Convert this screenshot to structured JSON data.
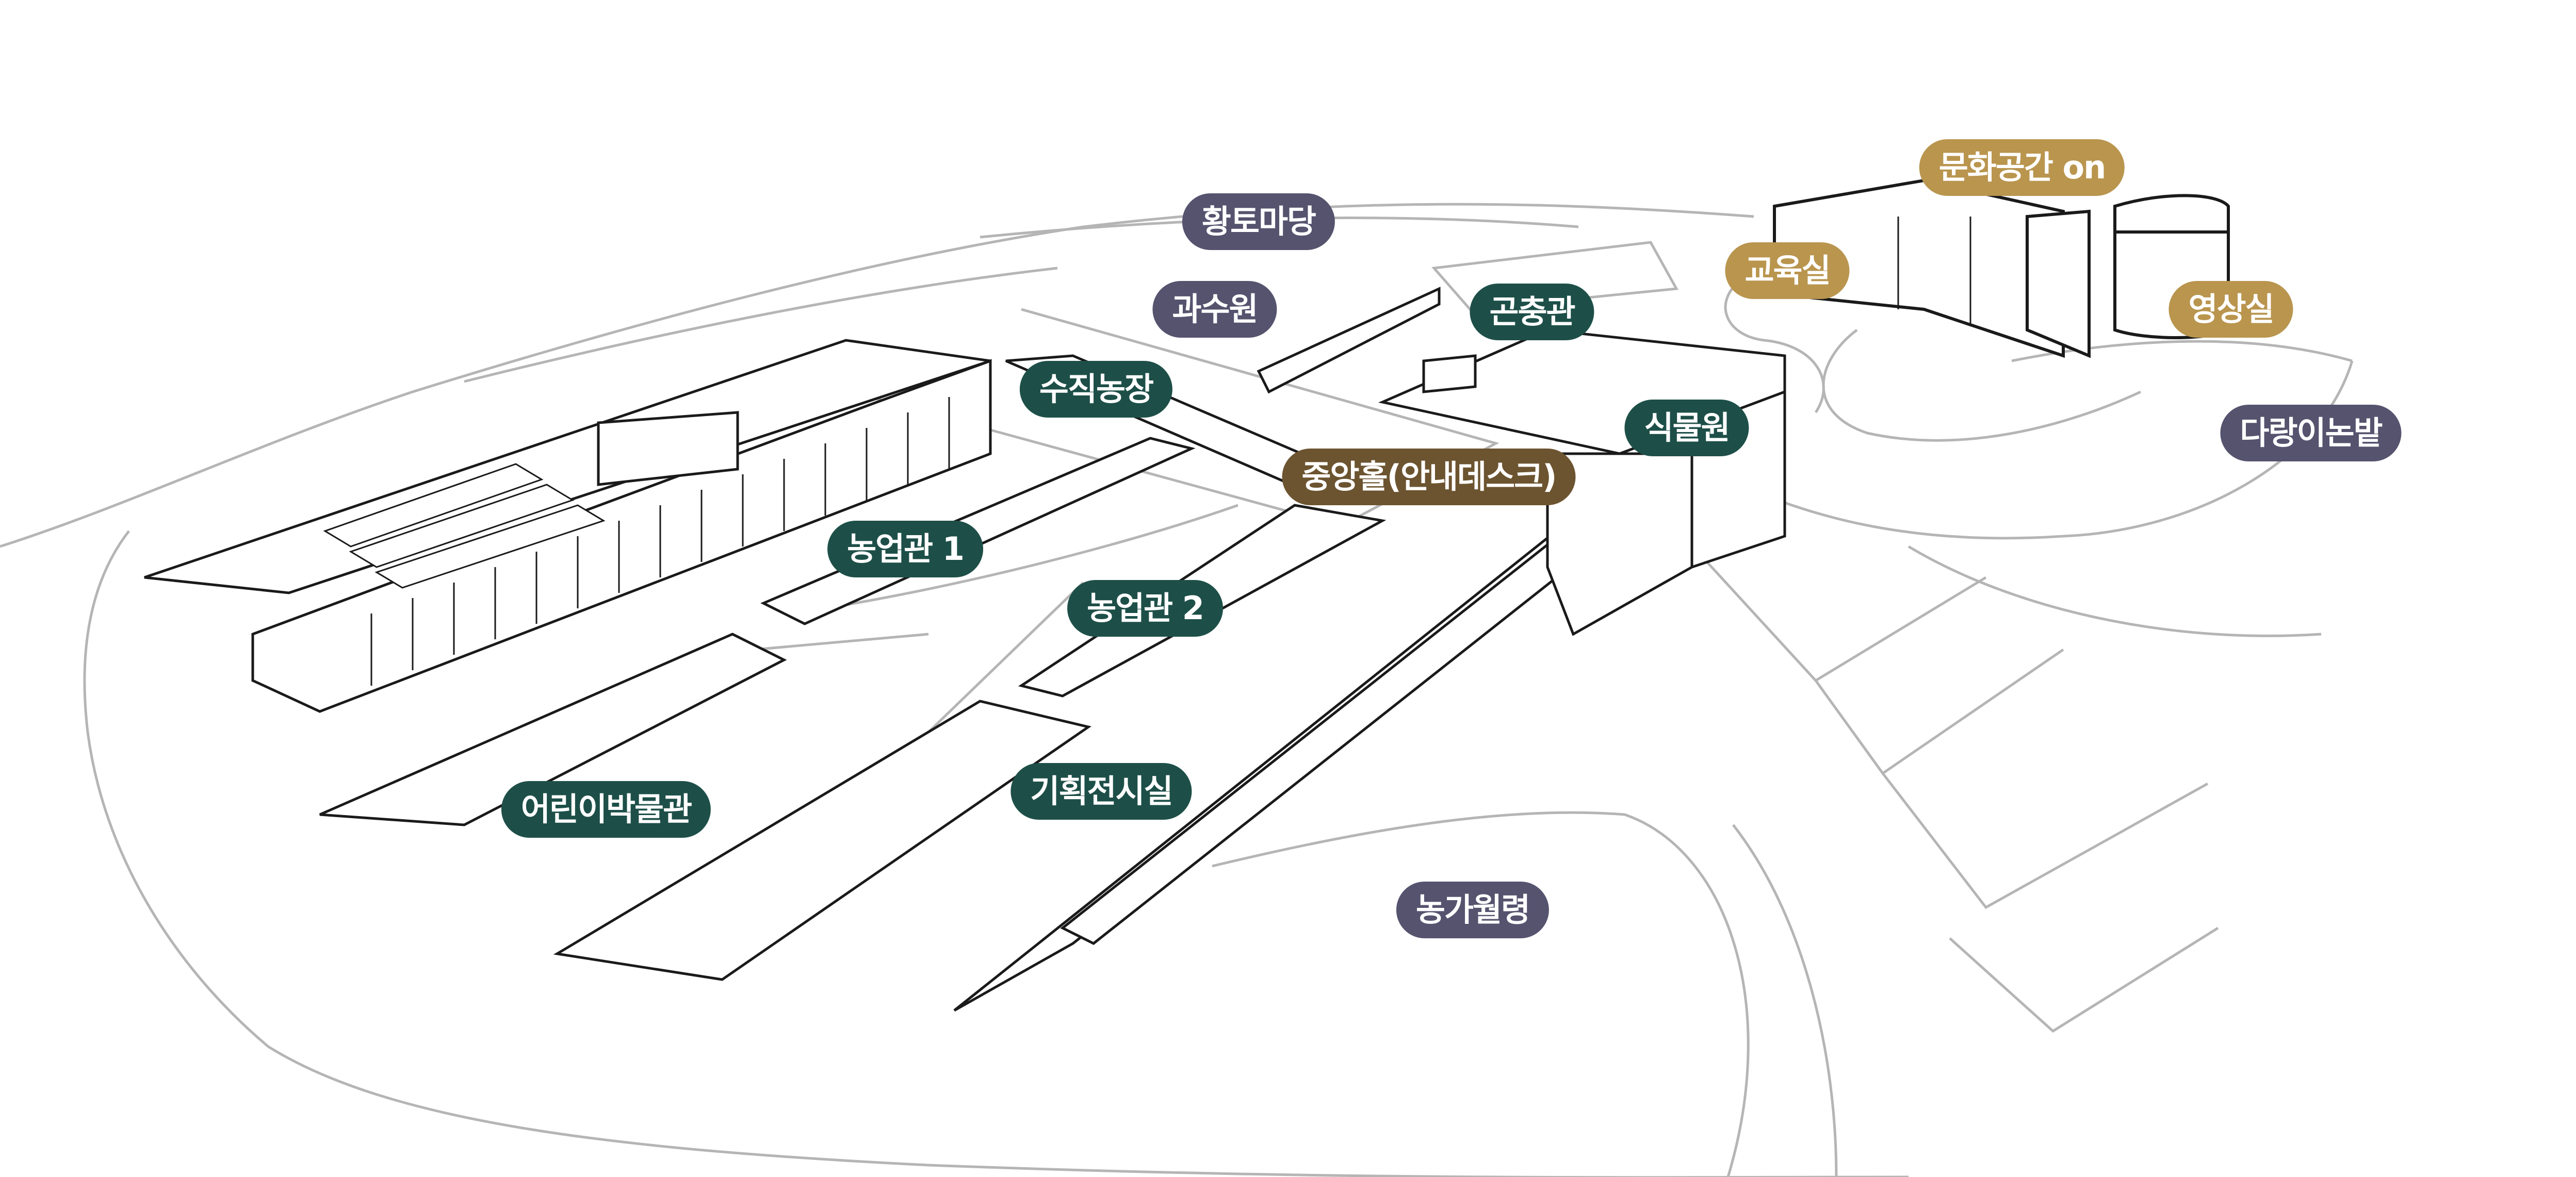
{
  "colors": {
    "building": "#1d4f48",
    "outdoor": "#55536e",
    "culture": "#b9954e",
    "central": "#6c5430",
    "outline": "#1a1a1a",
    "terrain": "#b5b5b5"
  },
  "labels": {
    "hwangto": "황토마당",
    "orchard": "과수원",
    "insect": "곤충관",
    "vertical_farm": "수직농장",
    "botanical": "식물원",
    "central_hall": "중앙홀(안내데스크)",
    "agri1": "농업관 1",
    "agri2": "농업관 2",
    "children_museum": "어린이박물관",
    "special_exhibit": "기획전시실",
    "nonggawollyeong": "농가월령",
    "culture_space": "문화공간 on",
    "education": "교육실",
    "video": "영상실",
    "terraced_field": "다랑이논밭"
  }
}
